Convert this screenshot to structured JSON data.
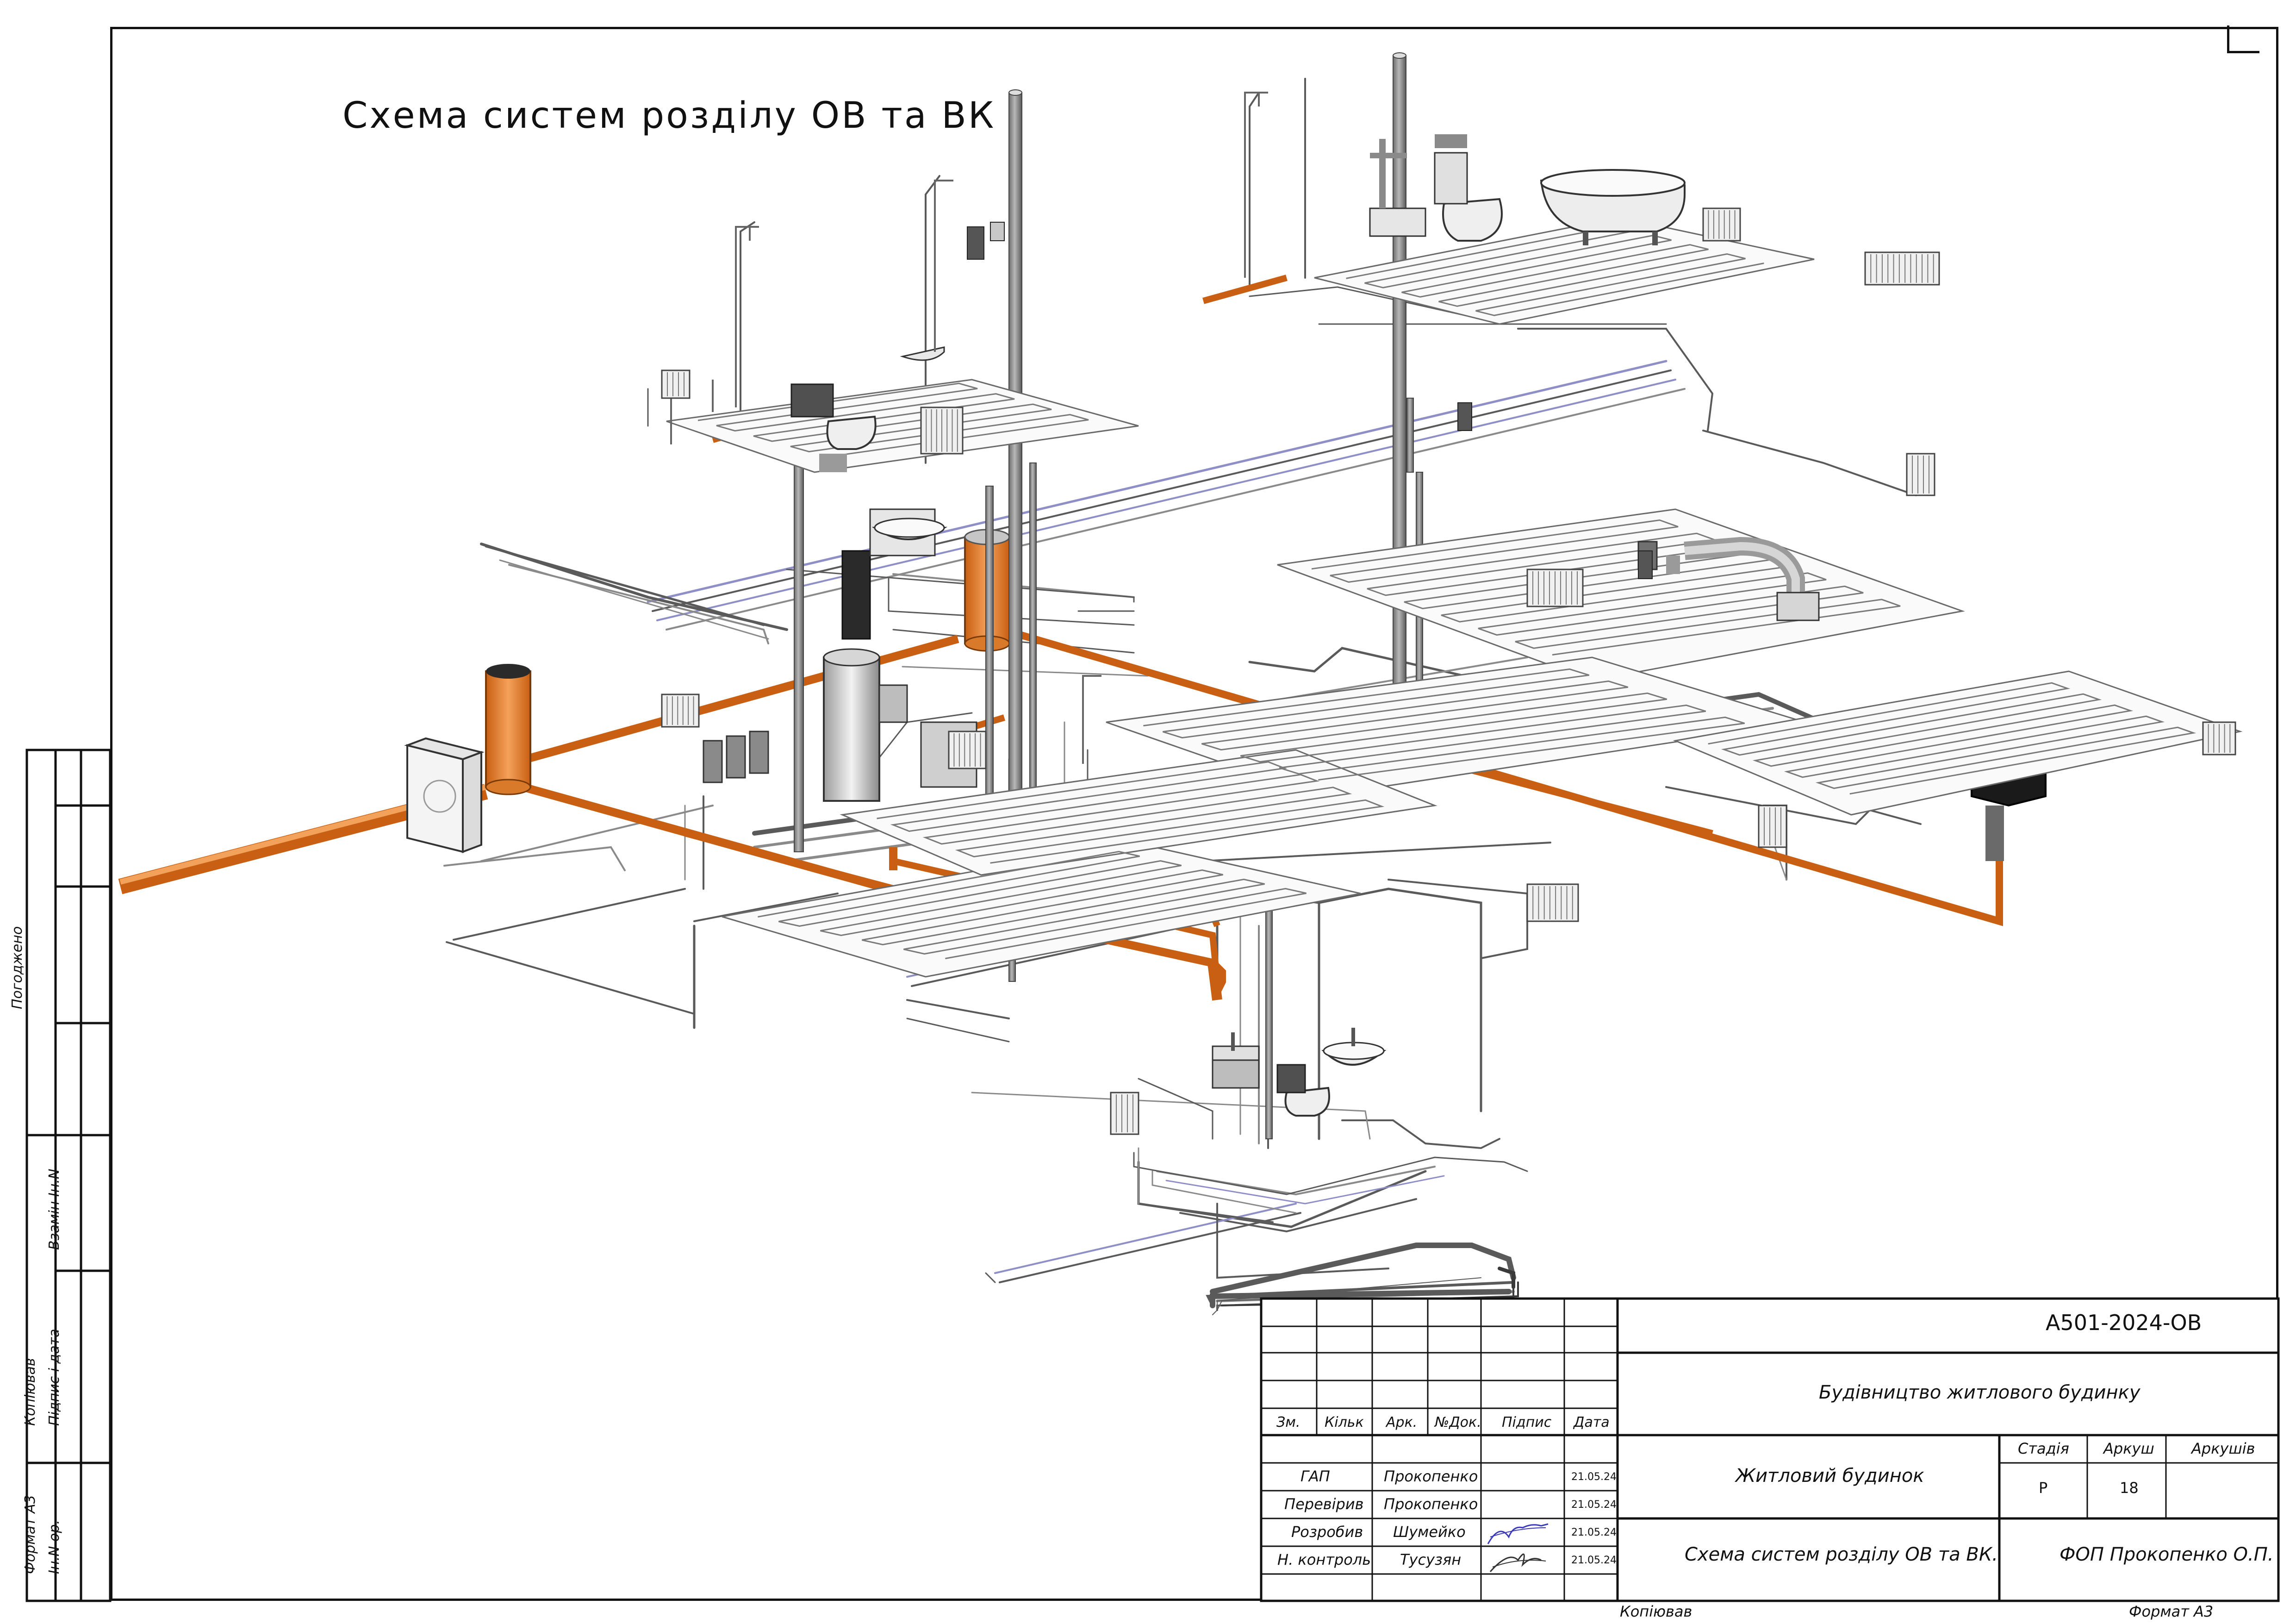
{
  "drawing_title": "Схема   систем   розділу   ОВ   та ВК",
  "side_stamp": {
    "agreed": "Погоджено",
    "replaced_inv": "Взамін Ін.N",
    "sign_date": "Підпис і дата",
    "inv_orig": "Ін.N ор.",
    "copied": "Копіював",
    "format": "Формат А3"
  },
  "title_block": {
    "code": "А501-2024-ОВ",
    "project": "Будівництво житлового будинку",
    "object": "Житловий будинок",
    "sheet_title": "Схема систем розділу ОВ та ВК.",
    "company": "ФОП Прокопенко О.П.",
    "stage_label": "Стадія",
    "sheet_label": "Аркуш",
    "sheets_label": "Аркушів",
    "stage": "Р",
    "sheet": "18",
    "sheets": "",
    "headers": [
      "Зм.",
      "Кільк",
      "Арк.",
      "№Док.",
      "Підпис",
      "Дата"
    ],
    "rows": [
      {
        "role": "ГАП",
        "name": "Прокопенко",
        "date": "21.05.24"
      },
      {
        "role": "Перевірив",
        "name": "Прокопенко",
        "date": "21.05.24"
      },
      {
        "role": "Розробив",
        "name": "Шумейко",
        "date": "21.05.24"
      },
      {
        "role": "Н. контроль",
        "name": "Тусузян",
        "date": "21.05.24"
      }
    ],
    "copied": "Копіював",
    "format": "Формат А3"
  },
  "colors": {
    "sewer_pipe": "#e8741f",
    "sewer_pipe_light": "#f0a060",
    "riser_gray": "#8e8e8e",
    "riser_dark": "#5e5e5e",
    "pipe_line": "#4a4a4a",
    "supply_blue": "#8f8fc8",
    "heating_loop": "#6a6a6a",
    "frame": "#111111"
  }
}
